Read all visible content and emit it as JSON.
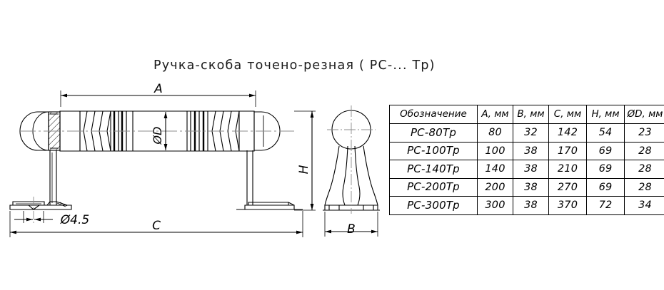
{
  "title": "Ручка-скоба  точено-резная  ( РС-... Тр)",
  "drawing": {
    "dimension_labels": {
      "a": "A",
      "b": "B",
      "c": "C",
      "h": "H",
      "d": "ØD",
      "hole": "Ø4.5"
    },
    "views": {
      "front_view": "front-elevation-handle",
      "side_view": "side-elevation-handle"
    }
  },
  "table": {
    "headers": [
      "Обозначение",
      "А, мм",
      "В, мм",
      "С, мм",
      "Н, мм",
      "ØD, мм"
    ],
    "rows": [
      {
        "name": "РС-80Тр",
        "a": "80",
        "b": "32",
        "c": "142",
        "h": "54",
        "d": "23"
      },
      {
        "name": "РС-100Тр",
        "a": "100",
        "b": "38",
        "c": "170",
        "h": "69",
        "d": "28"
      },
      {
        "name": "РС-140Тр",
        "a": "140",
        "b": "38",
        "c": "210",
        "h": "69",
        "d": "28"
      },
      {
        "name": "РС-200Тр",
        "a": "200",
        "b": "38",
        "c": "270",
        "h": "69",
        "d": "28"
      },
      {
        "name": "РС-300Тр",
        "a": "300",
        "b": "38",
        "c": "370",
        "h": "72",
        "d": "34"
      }
    ]
  },
  "colors": {
    "line": "#000000",
    "background": "#ffffff",
    "centerline": "#808080"
  }
}
